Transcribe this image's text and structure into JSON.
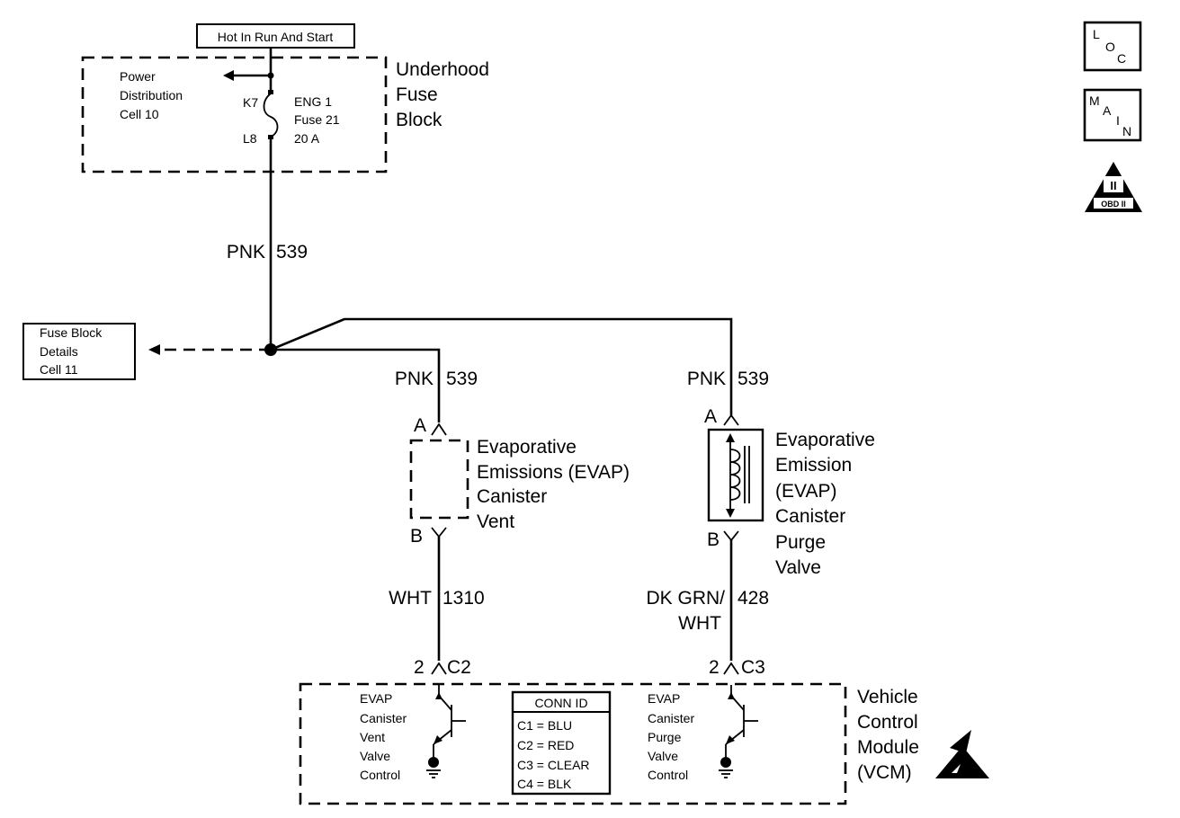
{
  "header_box": "Hot In Run And Start",
  "underhood_fuse_block": {
    "title": [
      "Underhood",
      "Fuse",
      "Block"
    ],
    "power_ref": [
      "Power",
      "Distribution",
      "Cell 10"
    ],
    "pin_top": "K7",
    "pin_bottom": "L8",
    "fuse": [
      "ENG 1",
      "Fuse 21",
      "20 A"
    ]
  },
  "wire_main": {
    "color": "PNK",
    "circuit": "539"
  },
  "fuse_block_details": [
    "Fuse Block",
    "Details",
    "Cell 11"
  ],
  "vent_branch": {
    "wire_top": {
      "color": "PNK",
      "circuit": "539"
    },
    "pin_a": "A",
    "pin_b": "B",
    "component": [
      "Evaporative",
      "Emissions (EVAP)",
      "Canister",
      "Vent"
    ],
    "wire_bottom": {
      "color": "WHT",
      "circuit": "1310"
    },
    "conn_pin": "2",
    "conn_id": "C2",
    "driver": [
      "EVAP",
      "Canister",
      "Vent",
      "Valve",
      "Control"
    ]
  },
  "purge_branch": {
    "wire_top": {
      "color": "PNK",
      "circuit": "539"
    },
    "pin_a": "A",
    "pin_b": "B",
    "component": [
      "Evaporative",
      "Emission",
      "(EVAP)",
      "Canister",
      "Purge",
      "Valve"
    ],
    "wire_bottom": {
      "color_line1": "DK GRN/",
      "color_line2": "WHT",
      "circuit": "428"
    },
    "conn_pin": "2",
    "conn_id": "C3",
    "driver": [
      "EVAP",
      "Canister",
      "Purge",
      "Valve",
      "Control"
    ]
  },
  "vcm": {
    "title": [
      "Vehicle",
      "Control",
      "Module",
      "(VCM)"
    ],
    "conn_table": {
      "header": "CONN ID",
      "rows": [
        "C1 = BLU",
        "C2 = RED",
        "C3 = CLEAR",
        "C4 = BLK"
      ]
    }
  },
  "side_icons": {
    "loc": [
      "L",
      "O",
      "C"
    ],
    "main": [
      "M",
      "A",
      "I",
      "N"
    ],
    "obd": "OBD II",
    "obd_roman": "II"
  }
}
